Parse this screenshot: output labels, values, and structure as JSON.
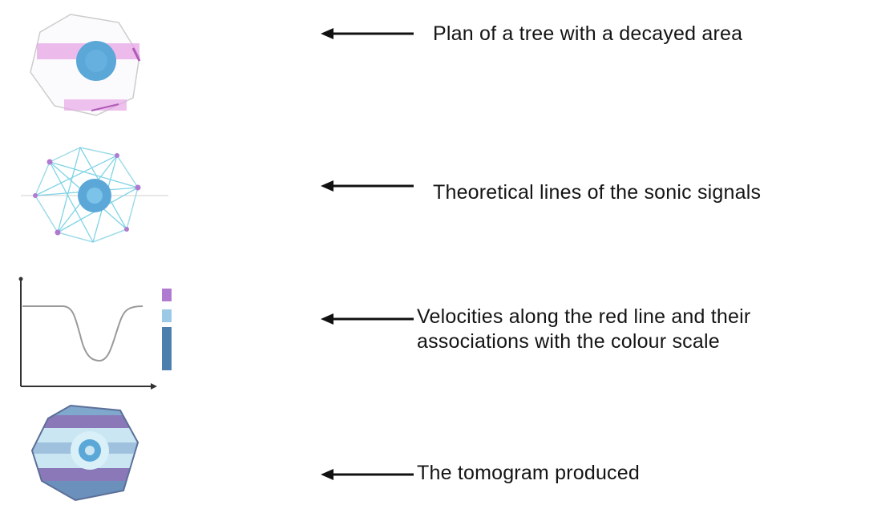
{
  "steps": [
    {
      "figure": "tree-plan-with-decay",
      "caption": [
        "Plan of a tree with a decayed area"
      ]
    },
    {
      "figure": "sonic-signal-lines",
      "caption": [
        "Theoretical lines of the sonic signals"
      ]
    },
    {
      "figure": "velocity-profile",
      "caption": [
        "Velocities along the red line and their",
        "associations with the colour scale"
      ]
    },
    {
      "figure": "tomogram",
      "caption": [
        "The tomogram produced"
      ]
    }
  ],
  "colors": {
    "decay_blue": "#5aa7d8",
    "decay_blue_dark": "#3f7fb8",
    "outline_pink": "#d98ad8",
    "line_cyan": "#7fd3e6",
    "tomogram_purple": "#8a78b8",
    "tomogram_light": "#c9e6f2",
    "arrow": "#111111",
    "axis": "#333333"
  },
  "icons": [
    "arrow-left-icon"
  ]
}
